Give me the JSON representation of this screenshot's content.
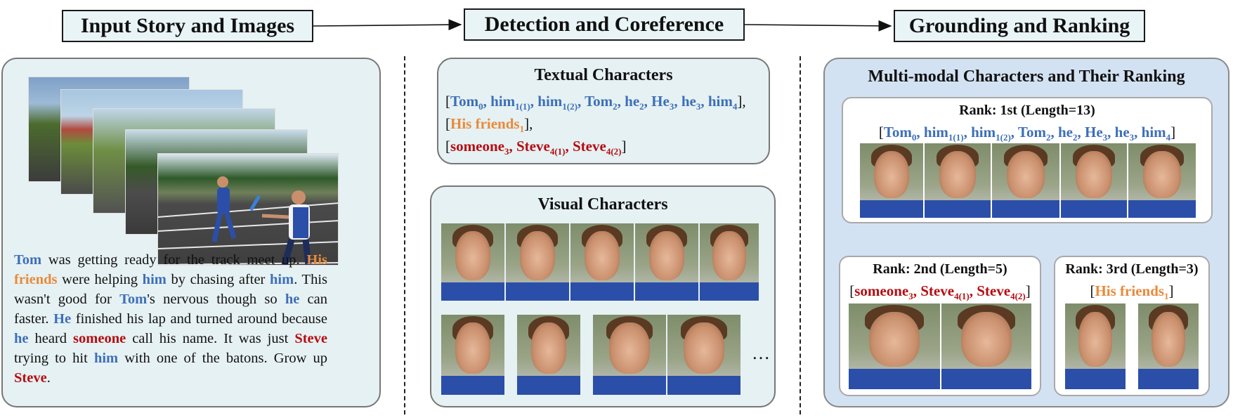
{
  "stages": {
    "input": "Input Story and Images",
    "detection": "Detection and Coreference",
    "grounding": "Grounding and Ranking"
  },
  "story": {
    "segments": [
      {
        "text": "Tom",
        "color": "blue"
      },
      {
        "text": " was getting ready for the track meet up. ",
        "color": "plain"
      },
      {
        "text": "His friends",
        "color": "orange"
      },
      {
        "text": " were helping ",
        "color": "plain"
      },
      {
        "text": "him",
        "color": "blue"
      },
      {
        "text": " by chasing after ",
        "color": "plain"
      },
      {
        "text": "him",
        "color": "blue"
      },
      {
        "text": ". This wasn't good for ",
        "color": "plain"
      },
      {
        "text": "Tom",
        "color": "blue"
      },
      {
        "text": "'s nervous though so ",
        "color": "plain"
      },
      {
        "text": "he",
        "color": "blue"
      },
      {
        "text": " can faster. ",
        "color": "plain"
      },
      {
        "text": "He",
        "color": "blue"
      },
      {
        "text": " finished his lap and turned around because ",
        "color": "plain"
      },
      {
        "text": "he",
        "color": "blue"
      },
      {
        "text": " heard ",
        "color": "plain"
      },
      {
        "text": "someone",
        "color": "red"
      },
      {
        "text": " call his name. It was just ",
        "color": "plain"
      },
      {
        "text": "Steve",
        "color": "red"
      },
      {
        "text": " trying to hit ",
        "color": "plain"
      },
      {
        "text": "him",
        "color": "blue"
      },
      {
        "text": " with one of the batons. Grow up ",
        "color": "plain"
      },
      {
        "text": "Steve",
        "color": "red"
      },
      {
        "text": ".",
        "color": "plain"
      }
    ]
  },
  "textual": {
    "title": "Textual Characters",
    "lines": [
      {
        "color": "blue",
        "comma": ",",
        "items": [
          {
            "t": "Tom",
            "s": "0"
          },
          {
            "t": "him",
            "s": "1(1)"
          },
          {
            "t": "him",
            "s": "1(2)"
          },
          {
            "t": "Tom",
            "s": "2"
          },
          {
            "t": "he",
            "s": "2"
          },
          {
            "t": "He",
            "s": "3"
          },
          {
            "t": "he",
            "s": "3"
          },
          {
            "t": "him",
            "s": "4"
          }
        ]
      },
      {
        "color": "orange",
        "comma": ",",
        "items": [
          {
            "t": "His friends",
            "s": "1"
          }
        ]
      },
      {
        "color": "red",
        "comma": "",
        "items": [
          {
            "t": "someone",
            "s": "3"
          },
          {
            "t": "Steve",
            "s": "4(1)"
          },
          {
            "t": "Steve",
            "s": "4(2)"
          }
        ]
      }
    ]
  },
  "visual": {
    "title": "Visual Characters",
    "ellipsis": "…"
  },
  "grounding": {
    "title": "Multi-modal Characters and Their Ranking",
    "ranks": [
      {
        "label": "Rank: 1st (Length=13)",
        "color": "blue",
        "items": [
          {
            "t": "Tom",
            "s": "0"
          },
          {
            "t": "him",
            "s": "1(1)"
          },
          {
            "t": "him",
            "s": "1(2)"
          },
          {
            "t": "Tom",
            "s": "2"
          },
          {
            "t": "he",
            "s": "2"
          },
          {
            "t": "He",
            "s": "3"
          },
          {
            "t": "he",
            "s": "3"
          },
          {
            "t": "him",
            "s": "4"
          }
        ]
      },
      {
        "label": "Rank: 2nd (Length=5)",
        "color": "red",
        "items": [
          {
            "t": "someone",
            "s": "3"
          },
          {
            "t": "Steve",
            "s": "4(1)"
          },
          {
            "t": "Steve",
            "s": "4(2)"
          }
        ]
      },
      {
        "label": "Rank: 3rd (Length=3)",
        "color": "orange",
        "items": [
          {
            "t": "His friends",
            "s": "1"
          }
        ]
      }
    ]
  },
  "colors": {
    "blue": "#3d6fb8",
    "orange": "#e88a3a",
    "red": "#b50d12",
    "panel_teal": "#e6f1f3",
    "panel_blue": "#d3e2f2"
  }
}
